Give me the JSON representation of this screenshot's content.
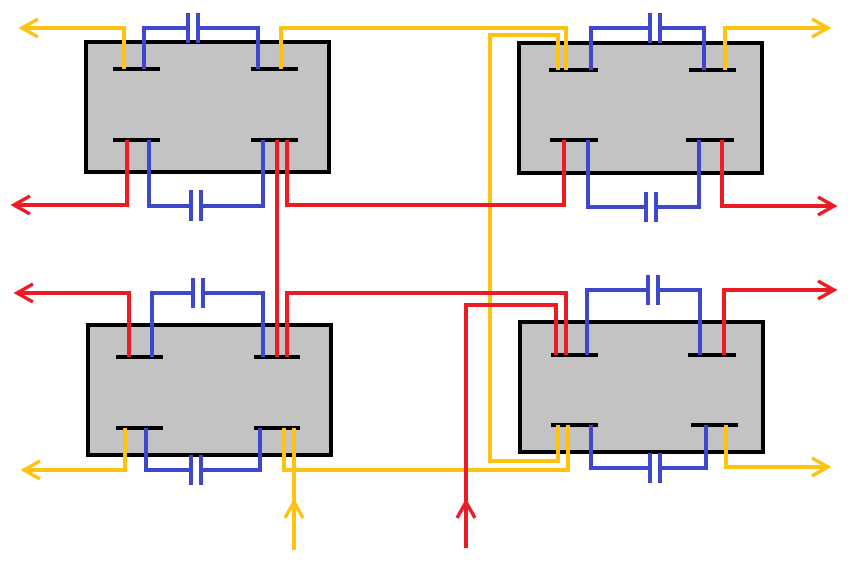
{
  "colors": {
    "background": "#ffffff",
    "module_fill": "#c3c3c3",
    "module_outline": "#000000",
    "wire_red": "#ec1c24",
    "wire_yellow": "#ffc20e",
    "wire_blue": "#3f48cc"
  },
  "modules": [
    {
      "id": "top-left"
    },
    {
      "id": "top-right"
    },
    {
      "id": "bottom-left"
    },
    {
      "id": "bottom-right"
    }
  ],
  "wires": {
    "red_count": 8,
    "yellow_count": 8,
    "blue_count": 8
  },
  "capacitors": 8,
  "arrows": 10
}
